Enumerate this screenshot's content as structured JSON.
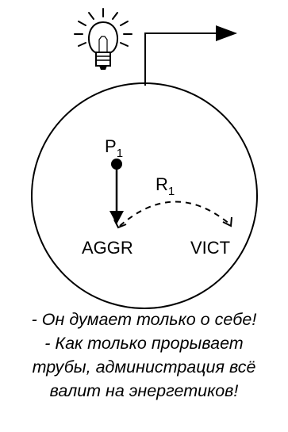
{
  "diagram": {
    "nodes": {
      "p": {
        "main": "P",
        "sub": "1"
      },
      "r": {
        "main": "R",
        "sub": "1"
      },
      "aggr": "AGGR",
      "vict": "VICT"
    },
    "icons": {
      "bulb": "light-bulb-icon",
      "arrow": "right-arrow-icon"
    }
  },
  "caption": {
    "lines": [
      "- Он думает только о себе!",
      "- Как только прорывает",
      "трубы, администрация всё",
      "валит на энергетиков!"
    ]
  },
  "colors": {
    "stroke": "#000000",
    "background": "#ffffff"
  }
}
